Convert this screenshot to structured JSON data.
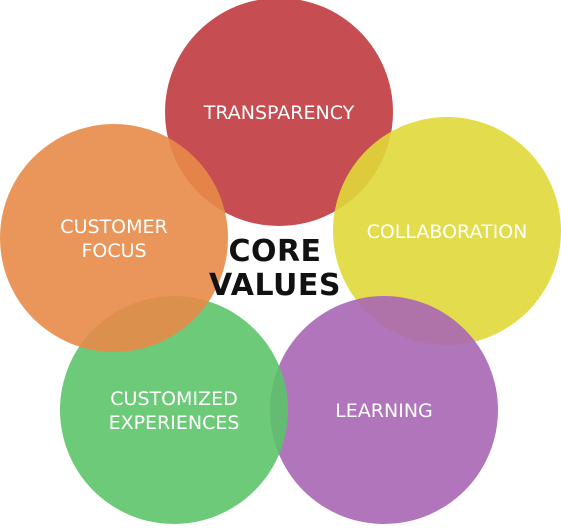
{
  "center": {
    "line1": "CORE",
    "line2": "VALUES"
  },
  "values": [
    {
      "id": "transparency",
      "lines": [
        "TRANSPARENCY"
      ],
      "color": "#C03A3E"
    },
    {
      "id": "collaboration",
      "lines": [
        "COLLABORATION"
      ],
      "color": "#E0D93A"
    },
    {
      "id": "learning",
      "lines": [
        "LEARNING"
      ],
      "color": "#A866B4"
    },
    {
      "id": "customized-experiences",
      "lines": [
        "CUSTOMIZED",
        "EXPERIENCES"
      ],
      "color": "#5CC46A"
    },
    {
      "id": "customer-focus",
      "lines": [
        "CUSTOMER",
        "FOCUS"
      ],
      "color": "#E88B48"
    }
  ],
  "label_color": "#FFFFFF"
}
